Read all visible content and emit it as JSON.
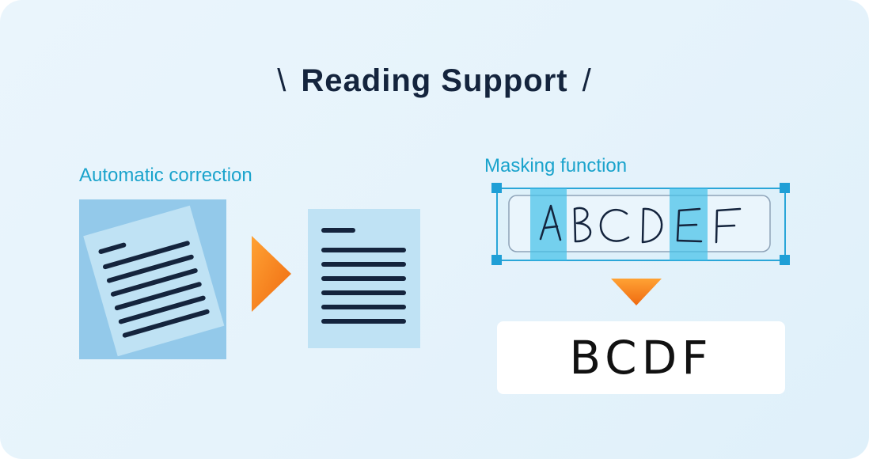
{
  "title": {
    "left_mark": "\\",
    "text": "Reading Support",
    "right_mark": "/"
  },
  "auto_correction": {
    "label": "Automatic correction"
  },
  "masking": {
    "label": "Masking function",
    "handwritten_letters": [
      "A",
      "B",
      "C",
      "D",
      "E",
      "F"
    ],
    "masked_letters": [
      "A",
      "E"
    ],
    "result": "BCDF"
  },
  "colors": {
    "title": "#14243d",
    "label": "#1aa3cc",
    "arrow": "#f47f1a",
    "doc_bg": "#93c9ea",
    "doc_page": "#bfe2f4",
    "doc_lines": "#14243d",
    "mask_highlight": "#41c1e8",
    "selection": "#2aa6d8"
  }
}
